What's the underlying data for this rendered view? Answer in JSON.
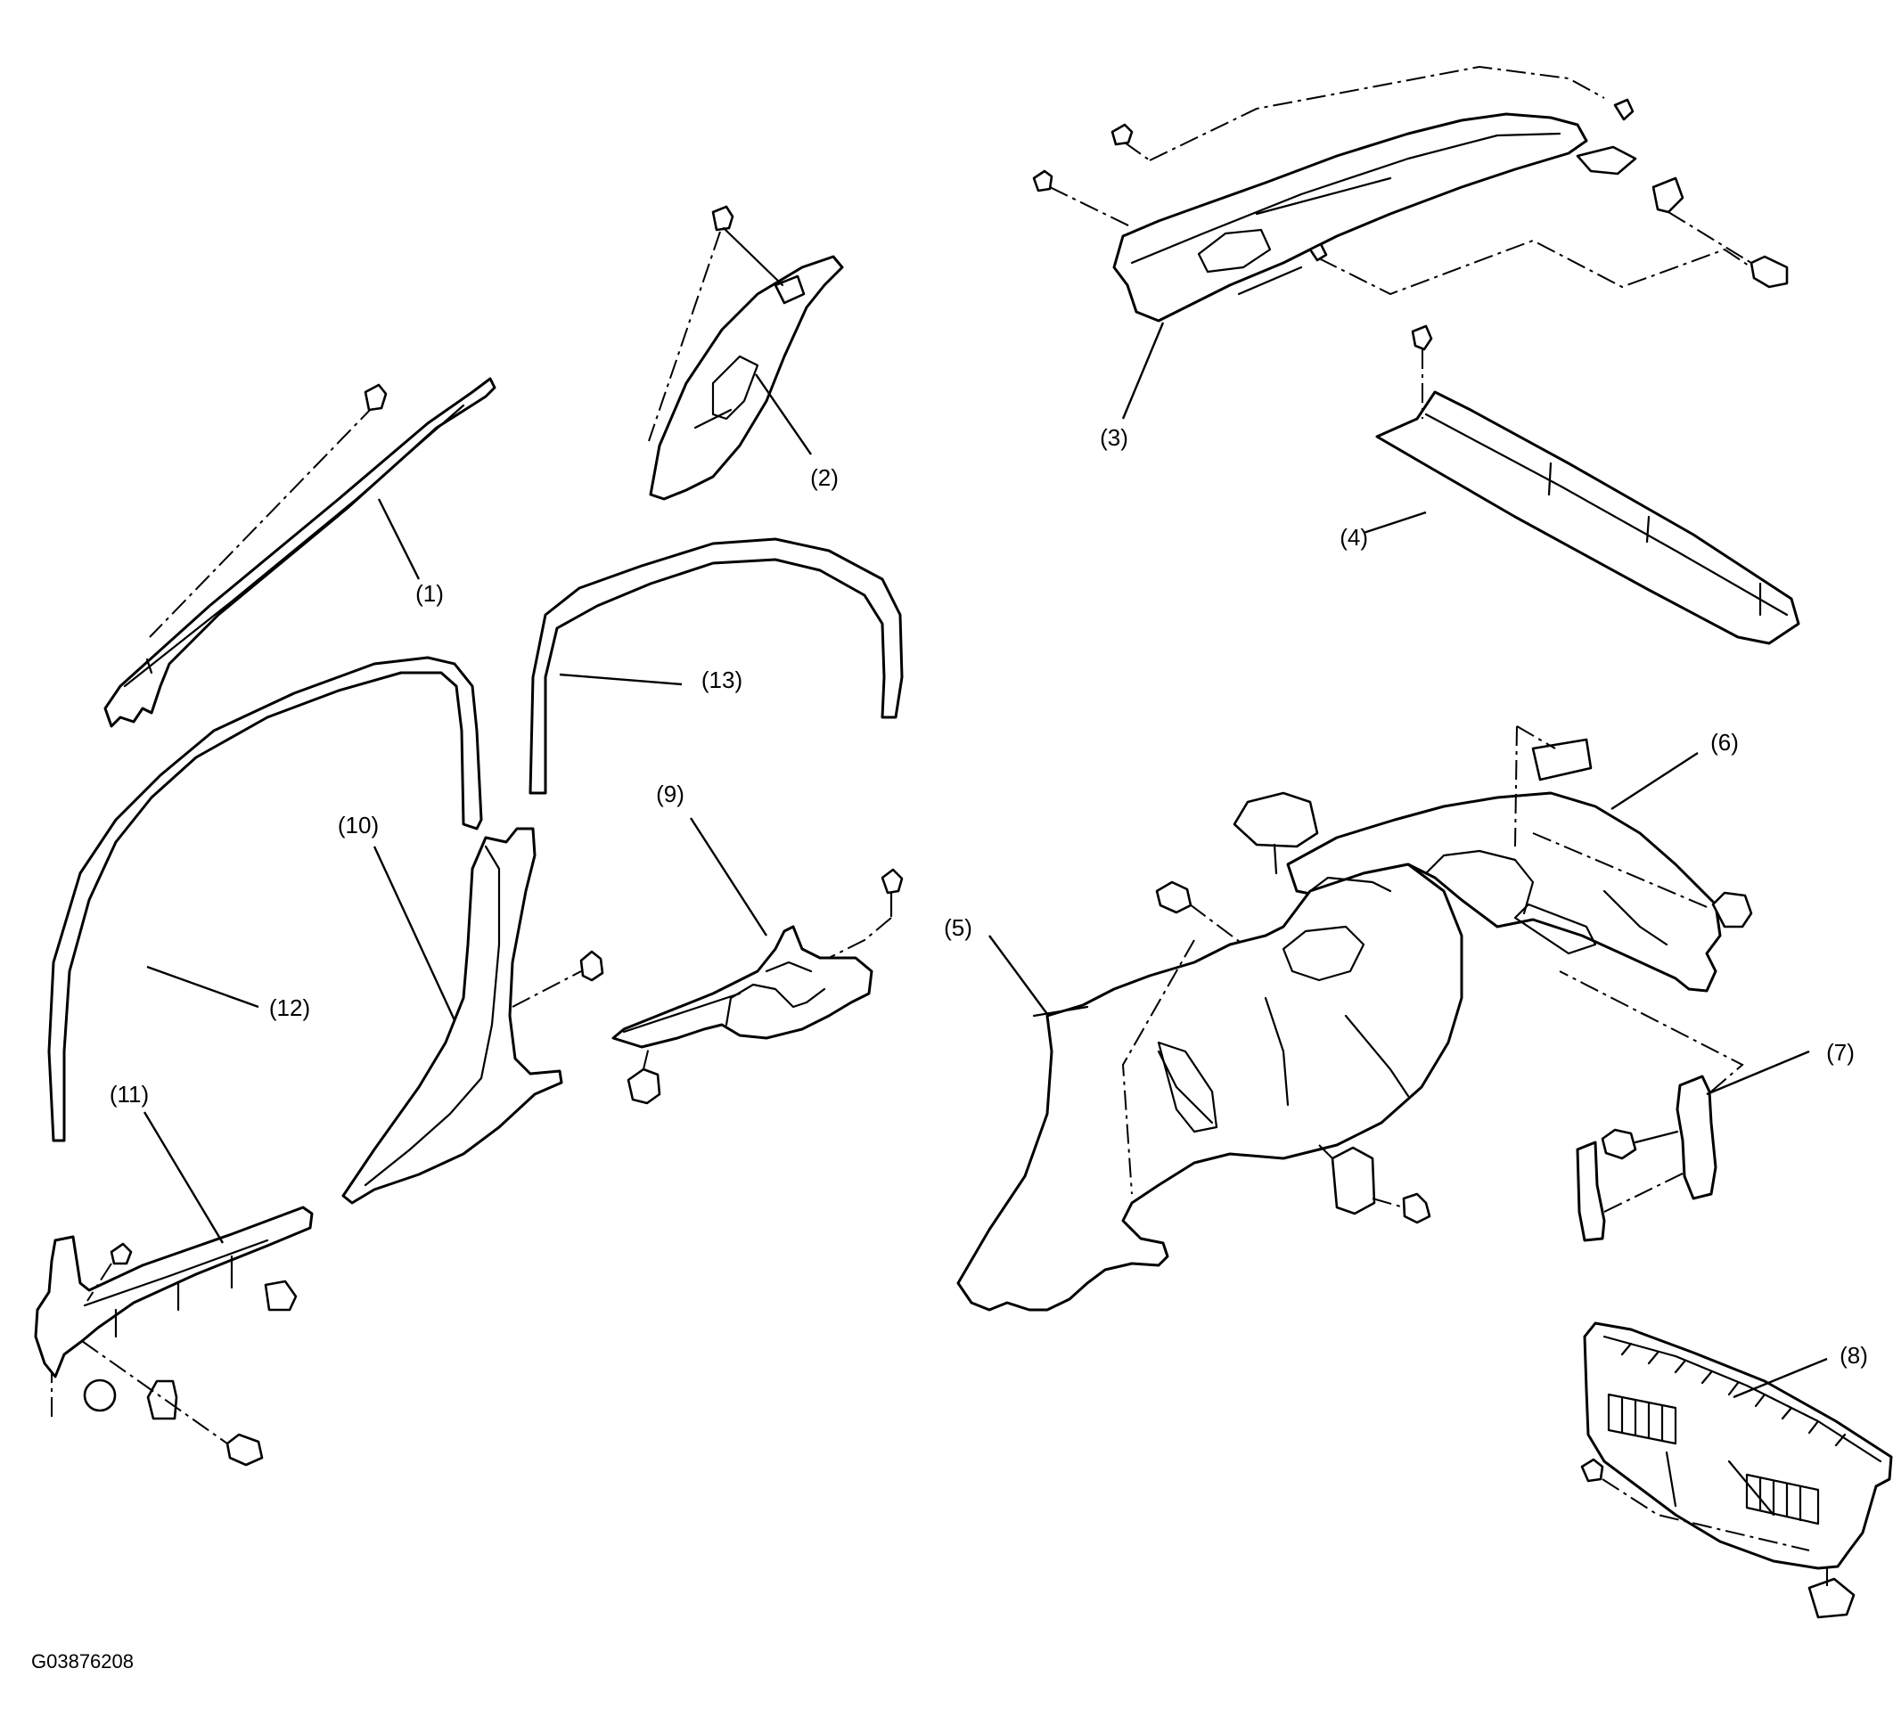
{
  "figure": {
    "code": "G03876208"
  },
  "callouts": [
    {
      "id": "1",
      "label": "(1)"
    },
    {
      "id": "2",
      "label": "(2)"
    },
    {
      "id": "3",
      "label": "(3)"
    },
    {
      "id": "4",
      "label": "(4)"
    },
    {
      "id": "5",
      "label": "(5)"
    },
    {
      "id": "6",
      "label": "(6)"
    },
    {
      "id": "7",
      "label": "(7)"
    },
    {
      "id": "8",
      "label": "(8)"
    },
    {
      "id": "9",
      "label": "(9)"
    },
    {
      "id": "10",
      "label": "(10)"
    },
    {
      "id": "11",
      "label": "(11)"
    },
    {
      "id": "12",
      "label": "(12)"
    },
    {
      "id": "13",
      "label": "(13)"
    }
  ]
}
